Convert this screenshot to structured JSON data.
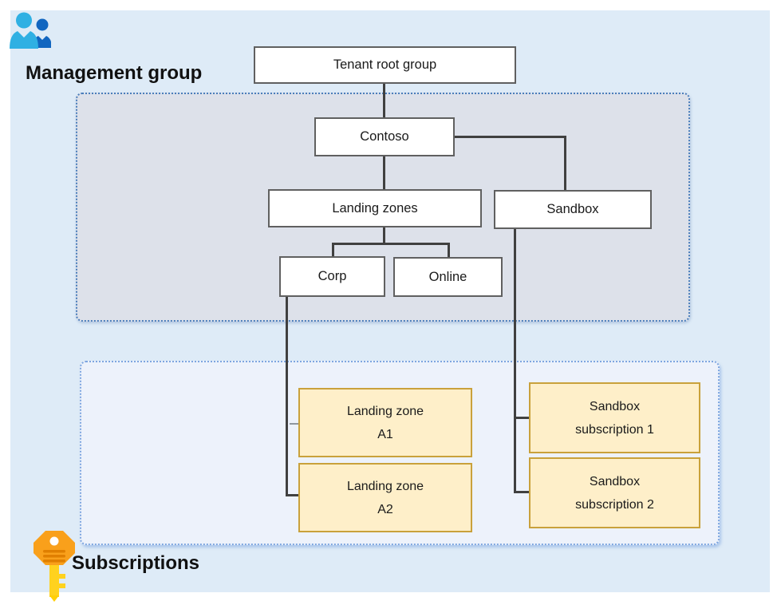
{
  "page": {
    "background": "#ffffff",
    "canvas_background": "#deebf7"
  },
  "sections": {
    "management_group": {
      "label": "Management group",
      "icon": "people-icon",
      "container_fill": "#dde1ea",
      "container_border": "#4a7dbb"
    },
    "subscriptions": {
      "label": "Subscriptions",
      "icon": "key-icon",
      "container_fill": "#edf2fb",
      "container_border": "#7ea6e0"
    }
  },
  "nodes": {
    "tenant_root_group": {
      "label": "Tenant root group"
    },
    "contoso": {
      "label": "Contoso"
    },
    "landing_zones": {
      "label": "Landing zones"
    },
    "sandbox": {
      "label": "Sandbox"
    },
    "corp": {
      "label": "Corp"
    },
    "online": {
      "label": "Online"
    },
    "landing_zone_a1": {
      "line1": "Landing zone",
      "line2": "A1"
    },
    "landing_zone_a2": {
      "line1": "Landing zone",
      "line2": "A2"
    },
    "sandbox_subscription_1": {
      "line1": "Sandbox",
      "line2": "subscription 1"
    },
    "sandbox_subscription_2": {
      "line1": "Sandbox",
      "line2": "subscription 2"
    }
  },
  "edges": [
    {
      "from": "tenant_root_group",
      "to": "contoso"
    },
    {
      "from": "contoso",
      "to": "landing_zones"
    },
    {
      "from": "contoso",
      "to": "sandbox"
    },
    {
      "from": "landing_zones",
      "to": "corp"
    },
    {
      "from": "landing_zones",
      "to": "online"
    },
    {
      "from": "corp",
      "to": "landing_zone_a1"
    },
    {
      "from": "corp",
      "to": "landing_zone_a2"
    },
    {
      "from": "sandbox",
      "to": "sandbox_subscription_1"
    },
    {
      "from": "sandbox",
      "to": "sandbox_subscription_2"
    }
  ],
  "colors": {
    "node_fill": "#ffffff",
    "node_border": "#606060",
    "subscription_node_fill": "#feefc9",
    "subscription_node_border": "#c9a13b",
    "connector": "#404040",
    "people_icon_primary": "#2fb0e3",
    "people_icon_secondary": "#1166c0",
    "key_icon_head": "#f9a01b",
    "key_icon_shaft": "#ffd21e"
  }
}
